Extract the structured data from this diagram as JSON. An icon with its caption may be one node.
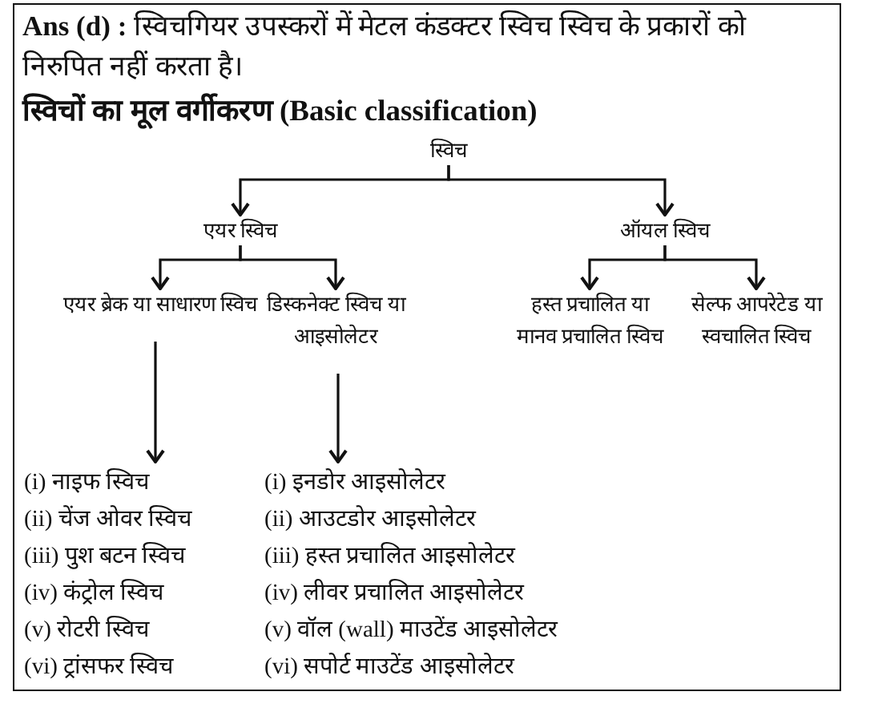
{
  "diagram": {
    "title": "स्विचों का मूल वर्गीकरण (Basic classification)",
    "nodes": [
      {
        "text": [
          "स्विच"
        ]
      },
      {
        "text": [
          "एयर स्विच"
        ]
      },
      {
        "text": [
          "ऑयल स्विच"
        ]
      },
      {
        "text": [
          "एयर ब्रेक या साधारण स्विच"
        ]
      },
      {
        "text": [
          "डिस्कनेक्ट स्विच या आइसोलेटर"
        ]
      },
      {
        "text": [
          "हस्त प्रचालित या मानव प्रचालित स्विच"
        ]
      },
      {
        "text": [
          "सेल्फ आपरेटेड या स्वचालित स्विच"
        ]
      },
      {
        "text": [
          "(i) नाइफ स्विच",
          "(ii) चेंज ओवर स्विच",
          "(iii) पुश बटन स्विच",
          "(iv) कंट्रोल स्विच",
          "(v) रोटरी स्विच",
          "(vi) ट्रांसफर स्विच"
        ]
      },
      {
        "text": [
          "(i) इनडोर आइसोलेटर",
          "(ii) आउटडोर आइसोलेटर",
          "(iii) हस्त प्रचालित आइसोलेटर",
          "(iv) लीवर प्रचालित आइसोलेटर",
          "(v) वॉल (wall) माउटेंड आइसोलेटर",
          "(vi) सपोर्ट माउटेंड आइसोलेटर"
        ]
      }
    ],
    "edges": [
      {
        "from": 0,
        "to": 1,
        "arrow": "to"
      },
      {
        "from": 0,
        "to": 2,
        "arrow": "to"
      },
      {
        "from": 1,
        "to": 3,
        "arrow": "to"
      },
      {
        "from": 1,
        "to": 4,
        "arrow": "to"
      },
      {
        "from": 2,
        "to": 5,
        "arrow": "to"
      },
      {
        "from": 2,
        "to": 6,
        "arrow": "to"
      },
      {
        "from": 3,
        "to": 7,
        "arrow": "to"
      },
      {
        "from": 4,
        "to": 8,
        "arrow": "to"
      }
    ],
    "labels": [
      "**Ans (d) :** स्विचगियर उपस्करों में मेटल कंडक्टर स्विच स्विच के प्रकारों को निरुपित नहीं करता है।"
    ]
  }
}
